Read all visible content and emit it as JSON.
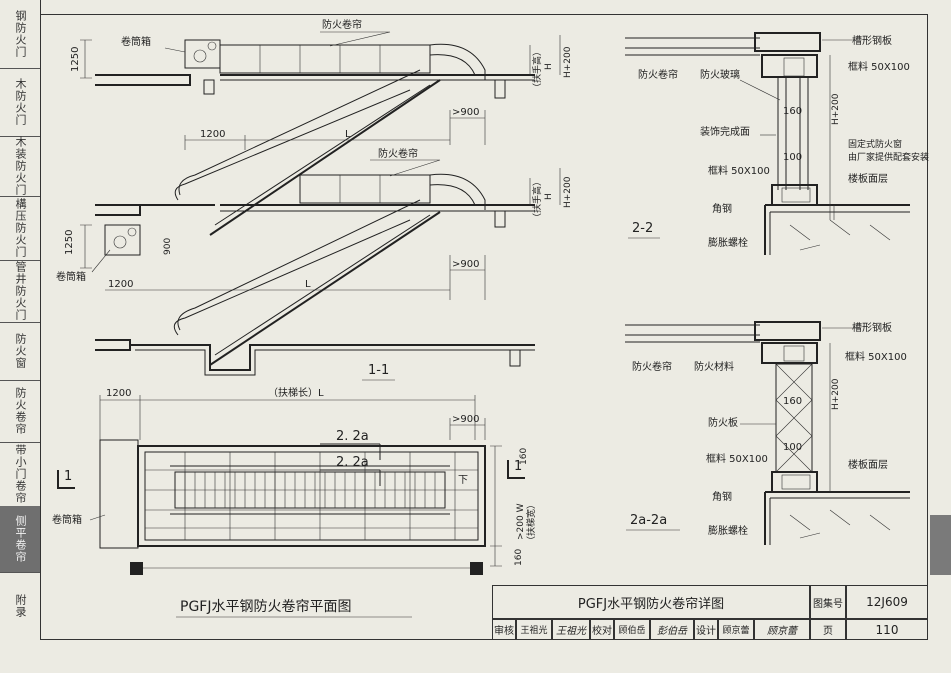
{
  "sidebar": {
    "items": [
      {
        "label": "钢防火门"
      },
      {
        "label": "木防火门"
      },
      {
        "label": "木装防火门"
      },
      {
        "label": "構压防火门"
      },
      {
        "label": "管井防火门"
      },
      {
        "label": "防火窗"
      },
      {
        "label": "防火卷帘"
      },
      {
        "label": "带小门卷帘"
      },
      {
        "label": "侧平卷帘",
        "active": true
      },
      {
        "label": "附录"
      }
    ]
  },
  "section_1_1": {
    "label": "1-1",
    "upper": {
      "dim_1250": "1250",
      "juantongxiang": "卷筒箱",
      "fanghuo_juanlian": "防火卷帘",
      "dim_900": ">900",
      "dim_1200": "1200",
      "dim_L": "L",
      "dim_H": "H",
      "dim_H200": "H+200",
      "fushou_gao": "（扶手高）"
    },
    "lower": {
      "fanghuo_juanlian": "防火卷帘",
      "dim_1250": "1250",
      "dim_900v": "900",
      "juantongxiang": "卷筒箱",
      "dim_1200": "1200",
      "dim_900": ">900",
      "dim_L": "L",
      "dim_H": "H",
      "dim_H200": "H+200",
      "fushou_gao": "（扶手高）"
    }
  },
  "plan": {
    "dim_1200": "1200",
    "fuyuchang": "（扶梯长）L",
    "dim_900": ">900",
    "cut_2_2a": "2. 2a",
    "cut_2_2": "2. 2a",
    "dim_160_top": "160",
    "dim_W": ">200 W",
    "fuyu_kuan": "（扶梯宽）",
    "dim_160_bot": "160",
    "cut_1_left": "1",
    "cut_1_right": "1",
    "juantongxiang": "卷筒箱",
    "down_label": "下"
  },
  "detail_2_2": {
    "label": "2-2",
    "caoxing_gangban": "槽形钢板",
    "fanghuo_juanlian": "防火卷帘",
    "fanghuo_boli": "防火玻璃",
    "kuangliao": "框料 50X100",
    "dim_160": "160",
    "dim_H200": "H+200",
    "zhuangshi_mian": "装饰完成面",
    "dim_100": "100",
    "guding_shi": "固定式防火窗",
    "changjia": "由厂家提供配套安装",
    "kuangliao2": "框料 50X100",
    "louban_mianceng": "楼板面层",
    "jiaogang": "角钢",
    "pengzhang": "膨胀螺栓"
  },
  "detail_2a_2a": {
    "label": "2a-2a",
    "caoxing_gangban": "槽形钢板",
    "fanghuo_juanlian": "防火卷帘",
    "fanghuo_cailiao": "防火材料",
    "kuangliao": "框料 50X100",
    "dim_160": "160",
    "dim_H200": "H+200",
    "fanghuo_ban": "防火板",
    "dim_100": "100",
    "kuangliao2": "框料 50X100",
    "louban_mianceng": "楼板面层",
    "jiaogang": "角钢",
    "pengzhang": "膨胀螺栓"
  },
  "titles": {
    "plan_title": "PGFJ水平钢防火卷帘平面图",
    "detail_title": "PGFJ水平钢防火卷帘详图"
  },
  "titleblock": {
    "tujihao_label": "图集号",
    "tujihao": "12J609",
    "shenhe": "审核",
    "shenhe_name": "王祖光",
    "shenhe_sign": "王祖光",
    "jiaodui": "校对",
    "jiaodui_name": "顾伯岳",
    "jiaodui_sign": "彭伯岳",
    "sheji": "设计",
    "sheji_name": "顾京蕾",
    "sheji_sign": "顾京蕾",
    "ye": "页",
    "page": "110"
  }
}
